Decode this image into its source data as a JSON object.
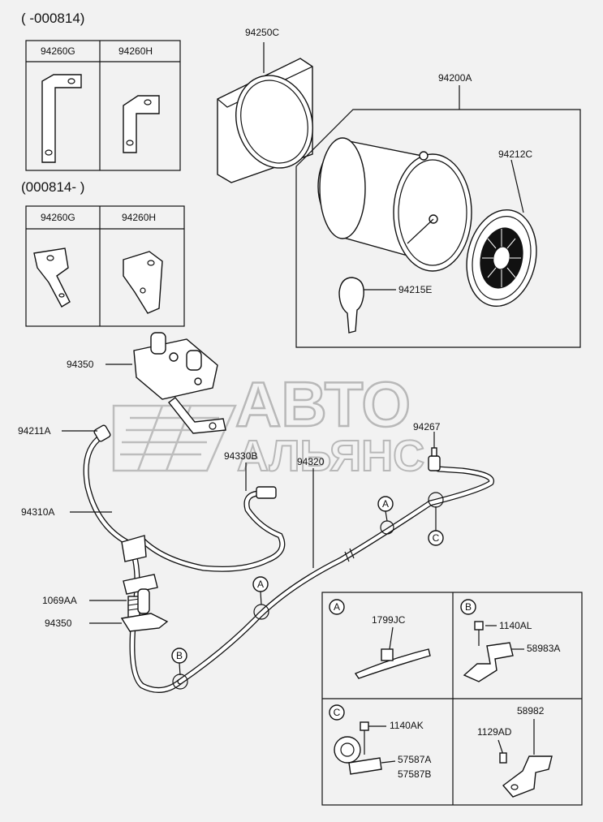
{
  "variants": [
    {
      "header": "( -000814)",
      "parts": [
        "94260G",
        "94260H"
      ]
    },
    {
      "header": "(000814- )",
      "parts": [
        "94260G",
        "94260H"
      ]
    }
  ],
  "parts": {
    "p94250C": "94250C",
    "p94200A": "94200A",
    "p94212C": "94212C",
    "p94215E": "94215E",
    "p94350_top": "94350",
    "p94211A": "94211A",
    "p94267": "94267",
    "p94330B": "94330B",
    "p94320": "94320",
    "p94310A": "94310A",
    "p1069AA": "1069AA",
    "p94350_bottom": "94350"
  },
  "callouts": [
    "A",
    "A",
    "B",
    "C"
  ],
  "detail_panels": {
    "A": {
      "letter": "A",
      "parts": [
        "1799JC"
      ]
    },
    "B": {
      "letter": "B",
      "parts": [
        "1140AL",
        "58983A"
      ]
    },
    "C": {
      "letter": "C",
      "parts": [
        "1140AK",
        "57587A",
        "57587B"
      ]
    },
    "D": {
      "parts": [
        "58982",
        "1129AD"
      ]
    }
  },
  "watermark": {
    "line1": "АВТО",
    "line2": "АЛЬЯНС"
  }
}
